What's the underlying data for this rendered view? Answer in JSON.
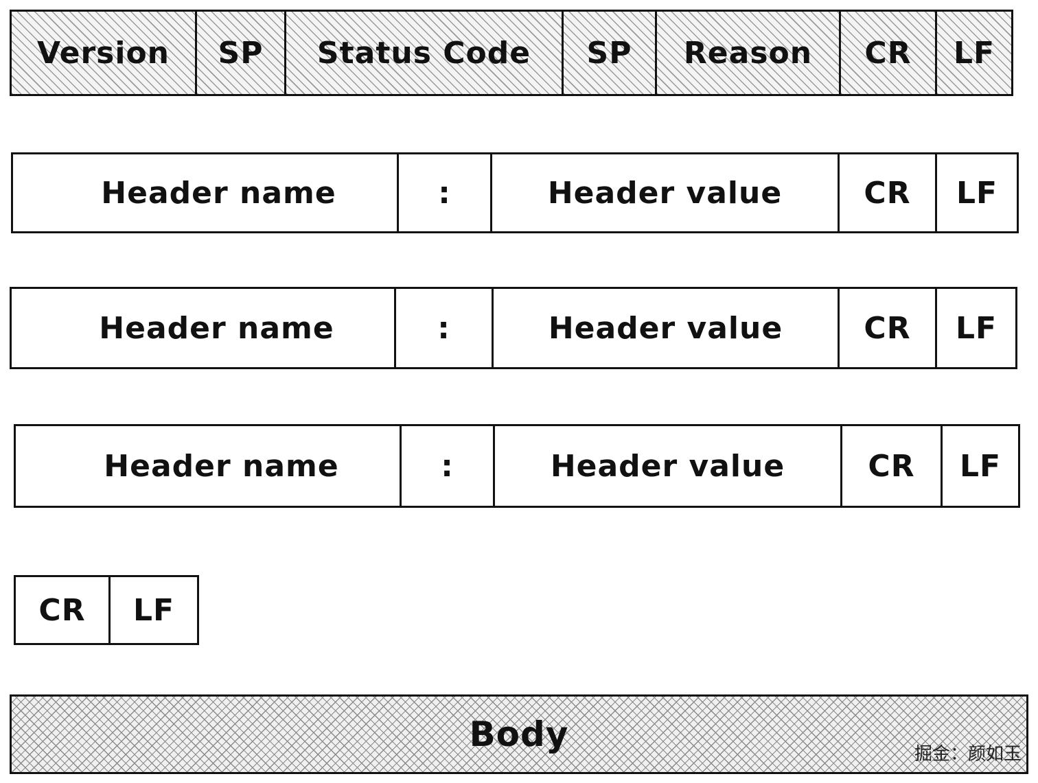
{
  "status_line": {
    "version": "Version",
    "sp1": "SP",
    "status_code": "Status Code",
    "sp2": "SP",
    "reason": "Reason",
    "cr": "CR",
    "lf": "LF"
  },
  "header_lines": [
    {
      "name": "Header name",
      "colon": ":",
      "value": "Header value",
      "cr": "CR",
      "lf": "LF"
    },
    {
      "name": "Header name",
      "colon": ":",
      "value": "Header value",
      "cr": "CR",
      "lf": "LF"
    },
    {
      "name": "Header name",
      "colon": ":",
      "value": "Header value",
      "cr": "CR",
      "lf": "LF"
    }
  ],
  "blank_line": {
    "cr": "CR",
    "lf": "LF"
  },
  "body": {
    "label": "Body"
  },
  "watermark": "掘金：颜如玉"
}
